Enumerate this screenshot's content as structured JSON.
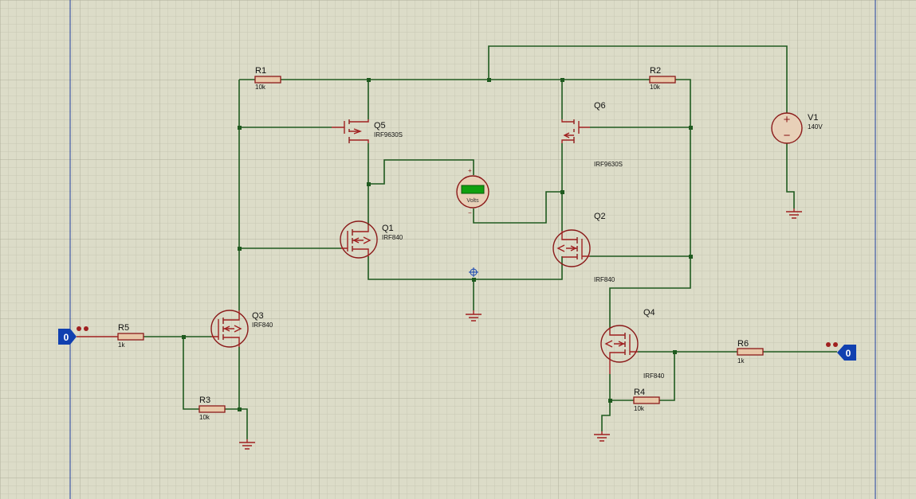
{
  "components": {
    "R1": {
      "ref": "R1",
      "value": "10k"
    },
    "R2": {
      "ref": "R2",
      "value": "10k"
    },
    "R3": {
      "ref": "R3",
      "value": "10k"
    },
    "R4": {
      "ref": "R4",
      "value": "10k"
    },
    "R5": {
      "ref": "R5",
      "value": "1k"
    },
    "R6": {
      "ref": "R6",
      "value": "1k"
    },
    "Q1": {
      "ref": "Q1",
      "value": "IRF840"
    },
    "Q2": {
      "ref": "Q2",
      "value": "IRF840"
    },
    "Q3": {
      "ref": "Q3",
      "value": "IRF840"
    },
    "Q4": {
      "ref": "Q4",
      "value": "IRF840"
    },
    "Q5": {
      "ref": "Q5",
      "value": "IRF9630S"
    },
    "Q6": {
      "ref": "Q6",
      "value": "IRF9630S"
    },
    "V1": {
      "ref": "V1",
      "value": "140V",
      "plus": "+",
      "minus": "−"
    }
  },
  "voltmeter": {
    "label": "Volts",
    "plus": "+",
    "minus": "−"
  },
  "logic_inputs": {
    "left": "0",
    "right": "0"
  },
  "colors": {
    "background": "#dcdcc8",
    "grid_minor": "#c4c4b0",
    "grid_major": "#b0b09c",
    "wire": "#1f5a1f",
    "component": "#8b1a1a",
    "probe": "#1040b0"
  }
}
